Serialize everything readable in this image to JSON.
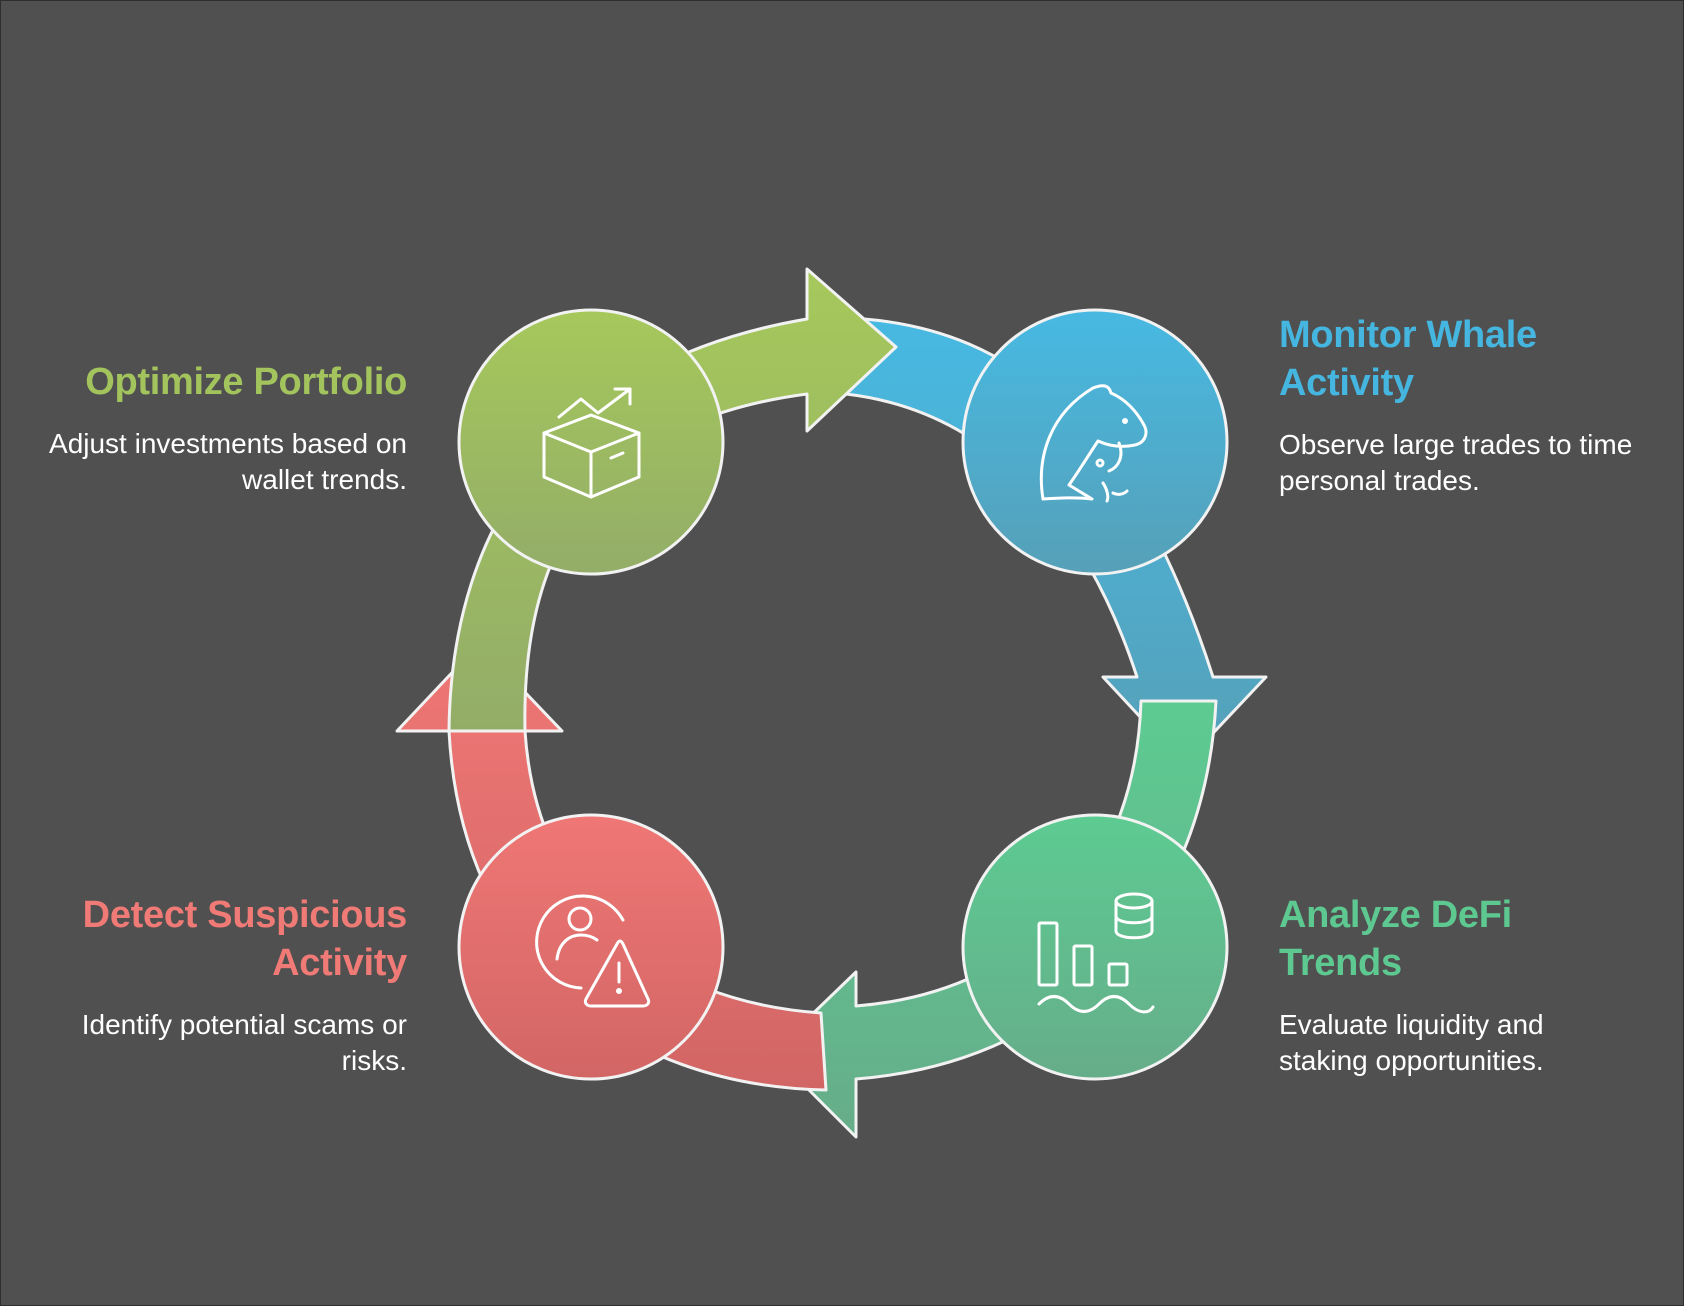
{
  "steps": [
    {
      "id": "optimize",
      "title": "Optimize Portfolio",
      "description": "Adjust investments based on wallet trends.",
      "color": "#a3c45d",
      "icon": "chart-box-icon"
    },
    {
      "id": "monitor",
      "title": "Monitor Whale Activity",
      "description": "Observe large trades to time personal trades.",
      "color": "#45b6df",
      "icon": "whale-icon"
    },
    {
      "id": "analyze",
      "title": "Analyze DeFi Trends",
      "description": "Evaluate liquidity and staking opportunities.",
      "color": "#5ec891",
      "icon": "liquidity-chart-icon"
    },
    {
      "id": "detect",
      "title": "Detect Suspicious Activity",
      "description": "Identify potential scams or risks.",
      "color": "#f07a76",
      "icon": "user-warning-icon"
    }
  ],
  "colors": {
    "background": "#505050",
    "outline": "#f2f2f2",
    "text": "#ffffff"
  }
}
